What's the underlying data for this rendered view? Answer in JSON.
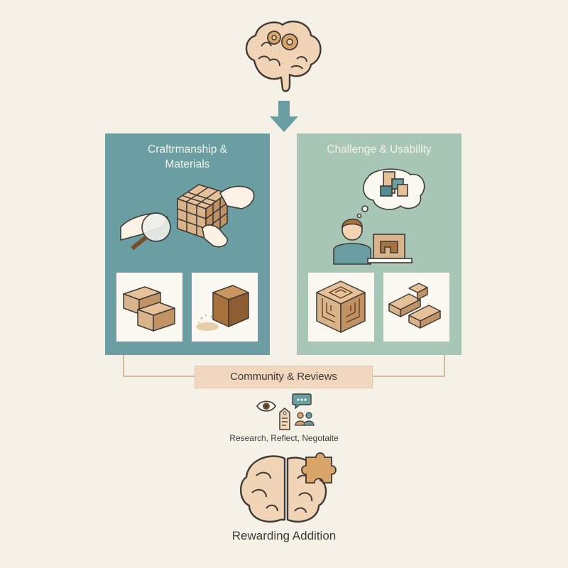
{
  "panels": {
    "left": {
      "title": "Craftrmanship &\nMaterials"
    },
    "right": {
      "title": "Challenge & Usability"
    }
  },
  "community": {
    "label": "Community & Reviews"
  },
  "actions": {
    "label": "Research, Reflect, Negotaite"
  },
  "outcome": {
    "label": "Rewarding Addition"
  },
  "colors": {
    "background": "#f6f1e7",
    "panel_left": "#6a9ea2",
    "panel_right": "#a7c6b5",
    "community_box": "#f1d7bd",
    "line": "#3d3a37",
    "wood": "#d9b48a"
  },
  "icons": [
    "brain-gears-icon",
    "down-arrow-icon",
    "magnifier-puzzle-cube-icon",
    "thinking-person-icon",
    "wood-blocks-icon",
    "sanded-block-icon",
    "maze-cube-icon",
    "interlocking-blocks-icon",
    "eye-icon",
    "price-tag-icon",
    "chat-bubble-icon",
    "people-icon",
    "brain-puzzle-icon"
  ]
}
